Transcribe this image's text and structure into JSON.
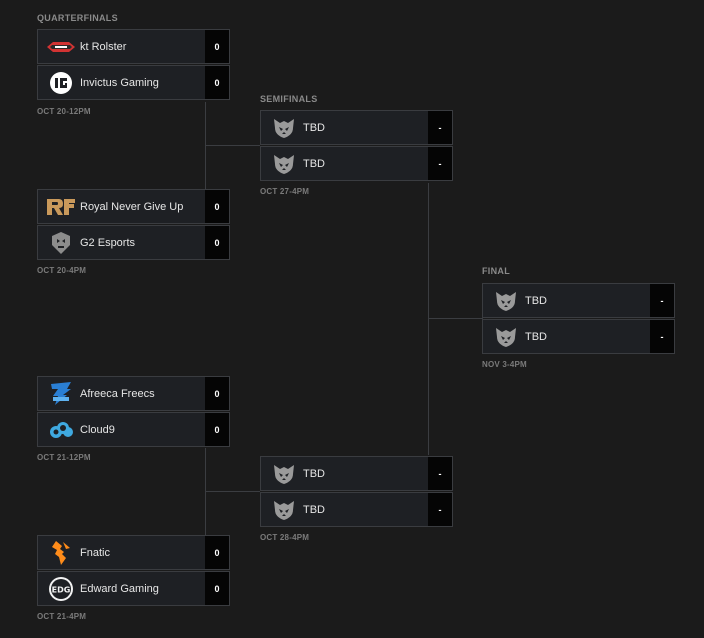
{
  "rounds": {
    "quarterfinals": "QUARTERFINALS",
    "semifinals": "SEMIFINALS",
    "final": "FINAL"
  },
  "qf1": {
    "team1": {
      "name": "kt Rolster",
      "score": "0",
      "logo": "kt-rolster-logo"
    },
    "team2": {
      "name": "Invictus Gaming",
      "score": "0",
      "logo": "invictus-gaming-logo"
    },
    "time": "OCT 20-12PM"
  },
  "qf2": {
    "team1": {
      "name": "Royal Never Give Up",
      "score": "0",
      "logo": "rng-logo"
    },
    "team2": {
      "name": "G2 Esports",
      "score": "0",
      "logo": "g2-logo"
    },
    "time": "OCT 20-4PM"
  },
  "qf3": {
    "team1": {
      "name": "Afreeca Freecs",
      "score": "0",
      "logo": "afreeca-logo"
    },
    "team2": {
      "name": "Cloud9",
      "score": "0",
      "logo": "cloud9-logo"
    },
    "time": "OCT 21-12PM"
  },
  "qf4": {
    "team1": {
      "name": "Fnatic",
      "score": "0",
      "logo": "fnatic-logo"
    },
    "team2": {
      "name": "Edward Gaming",
      "score": "0",
      "logo": "edg-logo"
    },
    "time": "OCT 21-4PM"
  },
  "sf1": {
    "team1": {
      "name": "TBD",
      "score": "-",
      "logo": "tbd-logo"
    },
    "team2": {
      "name": "TBD",
      "score": "-",
      "logo": "tbd-logo"
    },
    "time": "OCT 27-4PM"
  },
  "sf2": {
    "team1": {
      "name": "TBD",
      "score": "-",
      "logo": "tbd-logo"
    },
    "team2": {
      "name": "TBD",
      "score": "-",
      "logo": "tbd-logo"
    },
    "time": "OCT 28-4PM"
  },
  "final": {
    "team1": {
      "name": "TBD",
      "score": "-",
      "logo": "tbd-logo"
    },
    "team2": {
      "name": "TBD",
      "score": "-",
      "logo": "tbd-logo"
    },
    "time": "NOV 3-4PM"
  },
  "colors": {
    "background": "#1b1b1b",
    "card": "#1e2024",
    "score_bg": "#050505",
    "connector": "#3b3d41",
    "muted_text": "#8a8a8a",
    "rng_gold": "#c9995b",
    "fnatic_orange": "#ff8c1a",
    "cloud9_blue": "#3fa9e0",
    "afreeca_blue": "#2a7fd4",
    "kt_red": "#d23333"
  }
}
